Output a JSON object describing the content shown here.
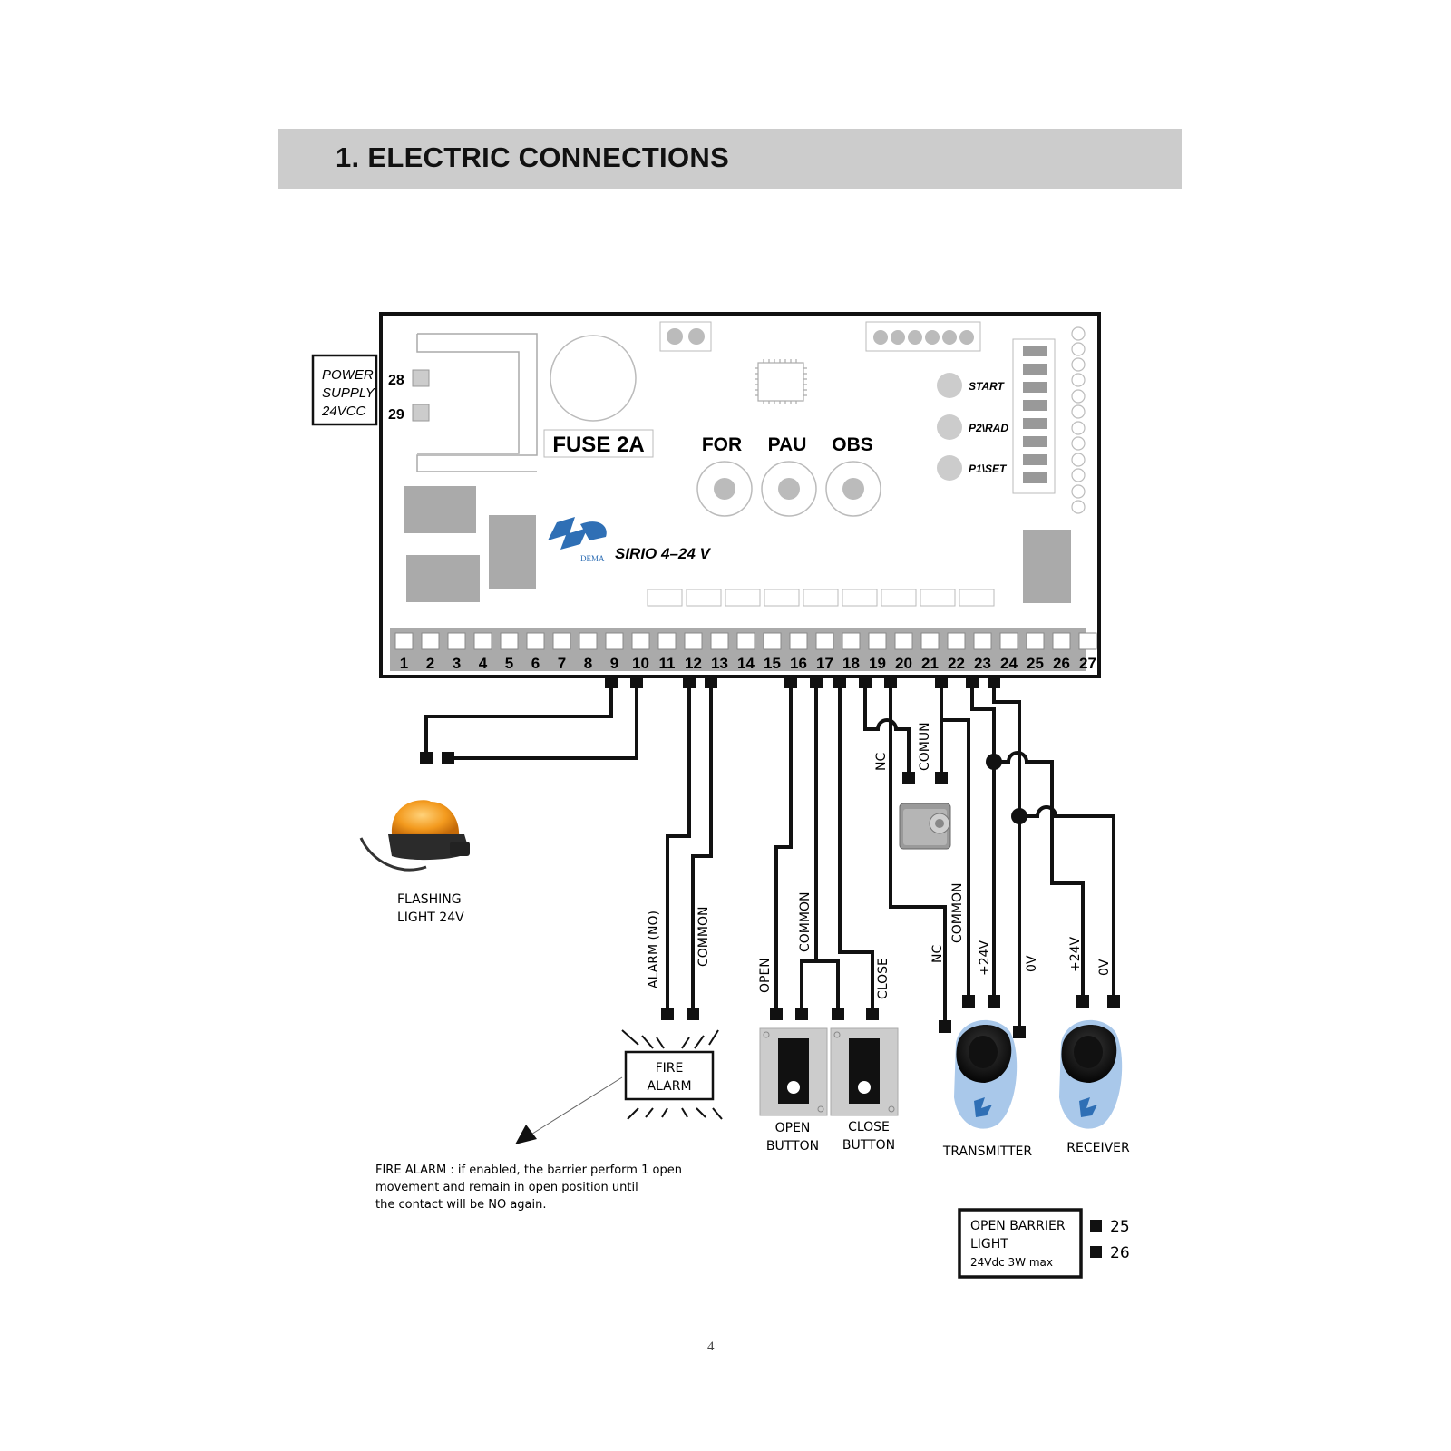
{
  "header": {
    "title": "1. ELECTRIC CONNECTIONS"
  },
  "board": {
    "fuse_label": "FUSE 2A",
    "model_label": "SIRIO 4–24 V",
    "leds": [
      "FOR",
      "PAU",
      "OBS"
    ],
    "buttons": [
      "START",
      "P2\\RAD",
      "P1\\SET"
    ],
    "terminals": [
      "1",
      "2",
      "3",
      "4",
      "5",
      "6",
      "7",
      "8",
      "9",
      "10",
      "11",
      "12",
      "13",
      "14",
      "15",
      "16",
      "17",
      "18",
      "19",
      "20",
      "21",
      "22",
      "23",
      "24",
      "25",
      "26",
      "27"
    ],
    "power_terminals": [
      "28",
      "29"
    ]
  },
  "power_supply": {
    "line1": "POWER",
    "line2": "SUPPLY",
    "line3": "24VCC"
  },
  "flashing_light": {
    "line1": "FLASHING",
    "line2": "LIGHT 24V"
  },
  "fire_alarm": {
    "line1": "FIRE",
    "line2": "ALARM",
    "wire_no": "ALARM (NO)",
    "wire_common": "COMMON",
    "note_line1": "FIRE ALARM : if enabled, the barrier perform 1 open",
    "note_line2": "movement and remain in open position until",
    "note_line3": "the contact will be NO again."
  },
  "open_button": {
    "line1": "OPEN",
    "line2": "BUTTON",
    "wire_open": "OPEN",
    "wire_common": "COMMON"
  },
  "close_button": {
    "line1": "CLOSE",
    "line2": "BUTTON",
    "wire_close": "CLOSE"
  },
  "emergency_stop": {
    "wire_nc": "NC",
    "wire_comun": "COMUN"
  },
  "transmitter": {
    "label": "TRANSMITTER",
    "wire_nc": "NC",
    "wire_common": "COMMON",
    "wire_24v": "+24V",
    "wire_0v": "0V"
  },
  "receiver": {
    "label": "RECEIVER",
    "wire_24v": "+24V",
    "wire_0v": "0V"
  },
  "barrier_light": {
    "line1": "OPEN BARRIER",
    "line2": "LIGHT",
    "line3": "24Vdc 3W max",
    "term1": "25",
    "term2": "26"
  },
  "page_number": "4",
  "colors": {
    "board_gray": "#aaaaaa",
    "lamp_orange": "#f39a1e",
    "logo_blue": "#2f6fb5",
    "photocell_blue": "#a9c8ea"
  }
}
